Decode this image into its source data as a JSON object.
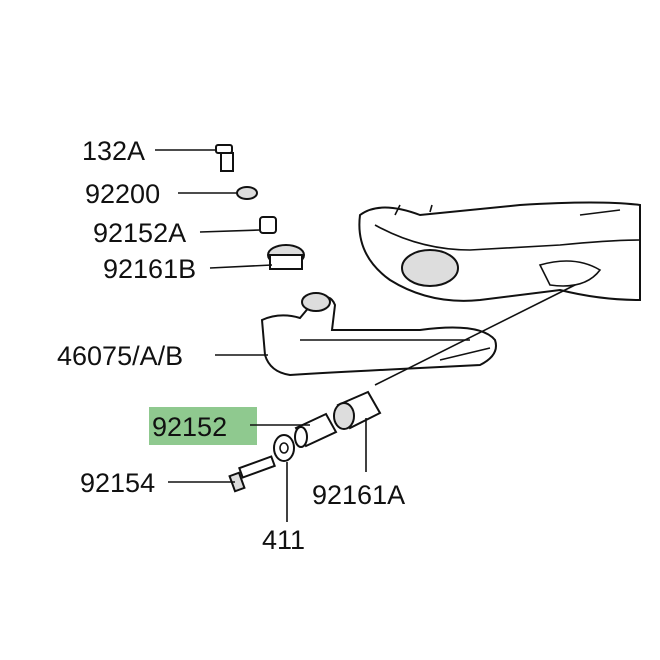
{
  "diagram": {
    "highlight_color": "#8fc98f",
    "labels": {
      "bolt_top": "132A",
      "washer_top": "92200",
      "collar_top": "92152A",
      "bushing_top": "92161B",
      "footpeg_bracket": "46075/A/B",
      "collar_highlighted": "92152",
      "bolt_bottom": "92154",
      "washer_bottom": "411",
      "bushing_bottom": "92161A"
    }
  }
}
